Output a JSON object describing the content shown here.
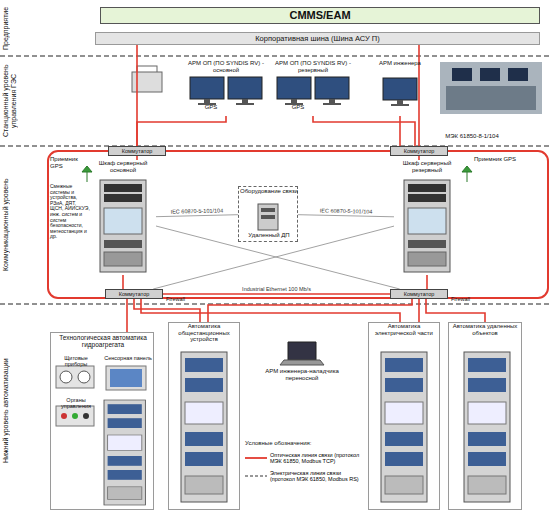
{
  "diagram": {
    "nodes": [
      {
        "text": [
          "Предприятие"
        ]
      },
      {
        "text": [
          "CMMS/EAM"
        ],
        "in": 0
      },
      {
        "text": [
          "Корпоративная шина (Шина АСУ П)"
        ],
        "in": 0
      },
      {
        "text": [
          "Станционный уровень управления ГЭС"
        ]
      },
      {
        "text": [
          "АРМ ОП (ПО SYNDIS RV) - основной"
        ],
        "in": 3
      },
      {
        "text": [
          "АРМ ОП (ПО SYNDIS RV) - резервный"
        ],
        "in": 3
      },
      {
        "text": [
          "АРМ инженера"
        ],
        "in": 3
      },
      {
        "text": [
          "Коммуникационный уровень"
        ]
      },
      {
        "text": [
          "Коммутатор"
        ],
        "in": 7
      },
      {
        "text": [
          "Коммутатор"
        ],
        "in": 7
      },
      {
        "text": [
          "Шкаф серверный основной"
        ],
        "in": 7
      },
      {
        "text": [
          "Шкаф серверный резервный"
        ],
        "in": 7
      },
      {
        "text": [
          "Оборудование связи",
          "Удаленный ДП"
        ],
        "in": 7
      },
      {
        "text": [
          "Коммутатор"
        ],
        "in": 7
      },
      {
        "text": [
          "Коммутатор"
        ],
        "in": 7
      },
      {
        "text": [
          "Нижний уровень автоматизации"
        ]
      },
      {
        "text": [
          "Технологическая автоматика гидроагрегата",
          "Щитовые приборы",
          "Сенсорная панель",
          "Органы управления"
        ],
        "in": 15
      },
      {
        "text": [
          "Автоматика общестанционных устройств"
        ],
        "in": 15
      },
      {
        "text": [
          "Автоматика электрической части"
        ],
        "in": 15
      },
      {
        "text": [
          "Автоматика удаленных объектов"
        ],
        "in": 15
      }
    ],
    "edges": [
      {
        "from": 8,
        "to": 2,
        "arrow": "none"
      },
      {
        "from": 9,
        "to": 2,
        "arrow": "none"
      },
      {
        "from": 4,
        "to": 8,
        "arrow": "none"
      },
      {
        "from": 5,
        "to": 9,
        "arrow": "none"
      },
      {
        "from": 6,
        "to": 9,
        "arrow": "none"
      },
      {
        "from": 8,
        "to": 10,
        "arrow": "none"
      },
      {
        "from": 9,
        "to": 11,
        "arrow": "none"
      },
      {
        "from": 10,
        "to": 12,
        "label": "IEC 60870-5-101/104",
        "arrow": "none"
      },
      {
        "from": 11,
        "to": 12,
        "label": "IEC 60870-5-101/104",
        "arrow": "none"
      },
      {
        "from": 10,
        "to": 13,
        "arrow": "none"
      },
      {
        "from": 11,
        "to": 14,
        "arrow": "none"
      },
      {
        "from": 10,
        "to": 14,
        "arrow": "none"
      },
      {
        "from": 11,
        "to": 13,
        "arrow": "none"
      },
      {
        "from": 13,
        "to": 14,
        "label": "Industrial Ethernet 100 Mb/s",
        "arrow": "none"
      },
      {
        "from": 13,
        "to": 16,
        "arrow": "none"
      },
      {
        "from": 13,
        "to": 17,
        "arrow": "none"
      },
      {
        "from": 13,
        "to": 18,
        "arrow": "none"
      },
      {
        "from": 14,
        "to": 17,
        "arrow": "none"
      },
      {
        "from": 14,
        "to": 18,
        "arrow": "none"
      },
      {
        "from": 14,
        "to": 19,
        "arrow": "none"
      }
    ],
    "labels": [
      "GPS",
      "GPS",
      "МЭК 61850-8-1/104",
      "Приемник GPS",
      "Смежные системы и устройства, РЗиА, ДЯТ, ЩСН, АИИСКУЭ, инж. систем и систем безопасности, метеостанция и др.",
      "Приемник GPS",
      "Firewall",
      "Firewall",
      "АРМ инженера-наладчика переносной",
      "Условные обозначения:"
    ],
    "legend": [
      {
        "text": "Оптическая линия связи (протокол МЭК 61850, Modbus TCP)"
      },
      {
        "text": "Электрическая линия связи (протокол МЭК 61850, Modbus RS)"
      }
    ]
  }
}
